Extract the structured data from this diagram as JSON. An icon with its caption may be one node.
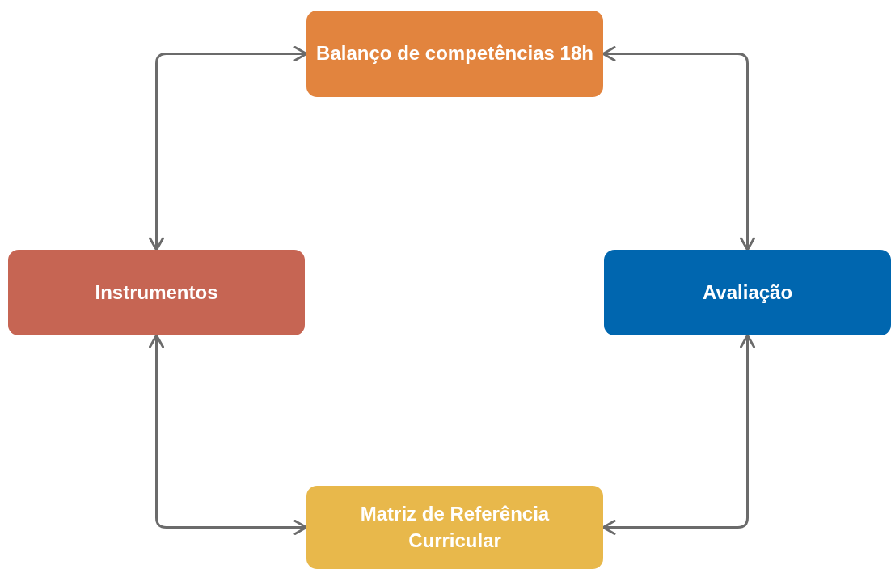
{
  "diagram": {
    "nodes": [
      {
        "text": [
          "Balanço de competências 18h"
        ]
      },
      {
        "text": [
          "Instrumentos"
        ]
      },
      {
        "text": [
          "Avaliação"
        ]
      },
      {
        "text": [
          "Matriz de Referência Curricular"
        ]
      }
    ],
    "edges": [
      {
        "from": 0,
        "to": 1,
        "arrow": "both"
      },
      {
        "from": 0,
        "to": 2,
        "arrow": "both"
      },
      {
        "from": 1,
        "to": 3,
        "arrow": "both"
      },
      {
        "from": 2,
        "to": 3,
        "arrow": "both"
      }
    ]
  }
}
